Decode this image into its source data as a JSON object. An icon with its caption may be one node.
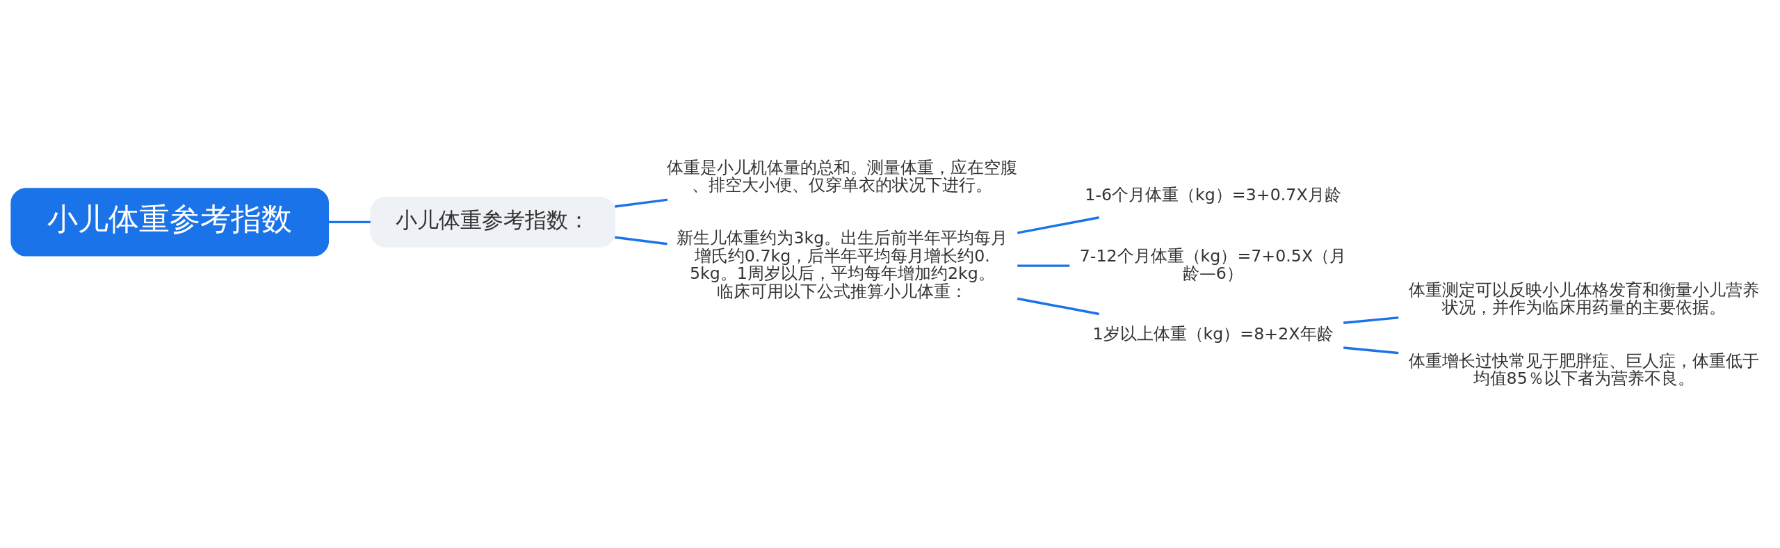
{
  "diagram": {
    "nodes": [
      {
        "text": [
          "小儿体重参考指数"
        ]
      },
      {
        "text": [
          "小儿体重参考指数："
        ]
      },
      {
        "text": [
          "体重是小儿机体量的总和。测量体重，应在空腹、排空大小便、仅穿单衣的状况下进行。"
        ]
      },
      {
        "text": [
          "新生儿体重约为3kg。出生后前半年平均每月增氏约0.7kg，后半年平均每月增长约0.5kg。1周岁以后，平均每年增加约2kg。临床可用以下公式推算小儿体重："
        ]
      },
      {
        "text": [
          "1-6个月体重（kg）=3+0.7X月龄"
        ]
      },
      {
        "text": [
          "7-12个月体重（kg）=7+0.5X（月龄—6）"
        ]
      },
      {
        "text": [
          "1岁以上体重（kg）=8+2X年龄"
        ]
      },
      {
        "text": [
          "体重测定可以反映小儿体格发育和衡量小儿营养状况，并作为临床用药量的主要依据。"
        ]
      },
      {
        "text": [
          "体重增长过快常见于肥胖症、巨人症，体重低于均值85％以下者为营养不良。"
        ]
      }
    ],
    "edges": [
      {
        "from": 0,
        "to": 1,
        "arrow": "none"
      },
      {
        "from": 1,
        "to": 2,
        "arrow": "none"
      },
      {
        "from": 1,
        "to": 3,
        "arrow": "none"
      },
      {
        "from": 3,
        "to": 4,
        "arrow": "none"
      },
      {
        "from": 3,
        "to": 5,
        "arrow": "none"
      },
      {
        "from": 3,
        "to": 6,
        "arrow": "none"
      },
      {
        "from": 6,
        "to": 7,
        "arrow": "none"
      },
      {
        "from": 6,
        "to": 8,
        "arrow": "none"
      }
    ]
  }
}
